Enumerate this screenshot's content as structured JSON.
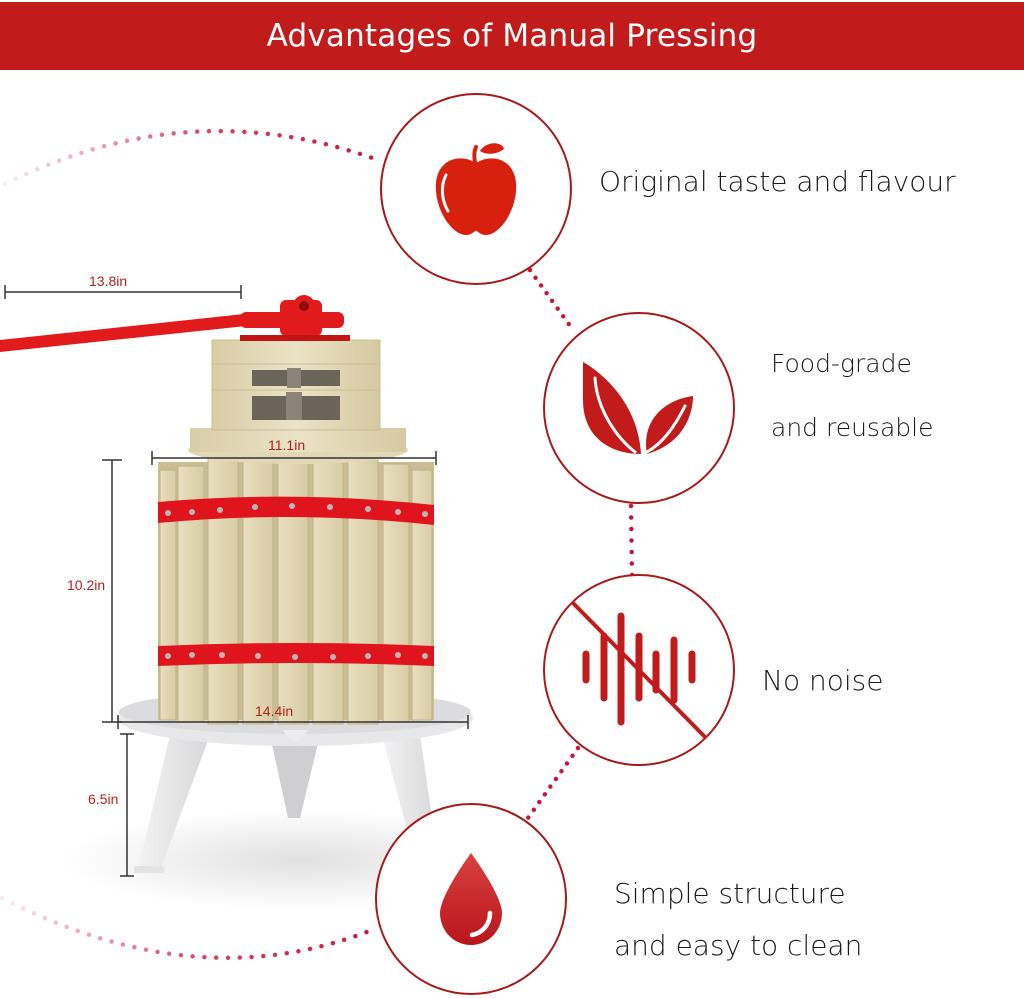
{
  "header": {
    "title": "Advantages of Manual Pressing",
    "background_color": "#c11b1b",
    "text_color": "#ffffff"
  },
  "features": [
    {
      "icon": "apple-icon",
      "lines": [
        "Original taste and flavour"
      ]
    },
    {
      "icon": "leaves-icon",
      "lines": [
        "Food-grade",
        "and reusable"
      ]
    },
    {
      "icon": "no-noise-icon",
      "lines": [
        "No noise"
      ]
    },
    {
      "icon": "water-drop-icon",
      "lines": [
        "Simple structure",
        "and easy to clean"
      ]
    }
  ],
  "product": {
    "name": "fruit-wine-press",
    "dimensions": {
      "handle_length": "13.8in",
      "basket_diameter": "11.1in",
      "basket_height": "10.2in",
      "tray_diameter": "14.4in",
      "leg_height": "6.5in"
    }
  },
  "colors": {
    "accent_red": "#c11b1b",
    "circle_stroke": "#a51a1a",
    "icon_red": "#c8201c",
    "dot_red": "#c8173a",
    "wood": "#e6dcbc",
    "band_red": "#e0141c",
    "stand_white": "#e9e9ea"
  }
}
